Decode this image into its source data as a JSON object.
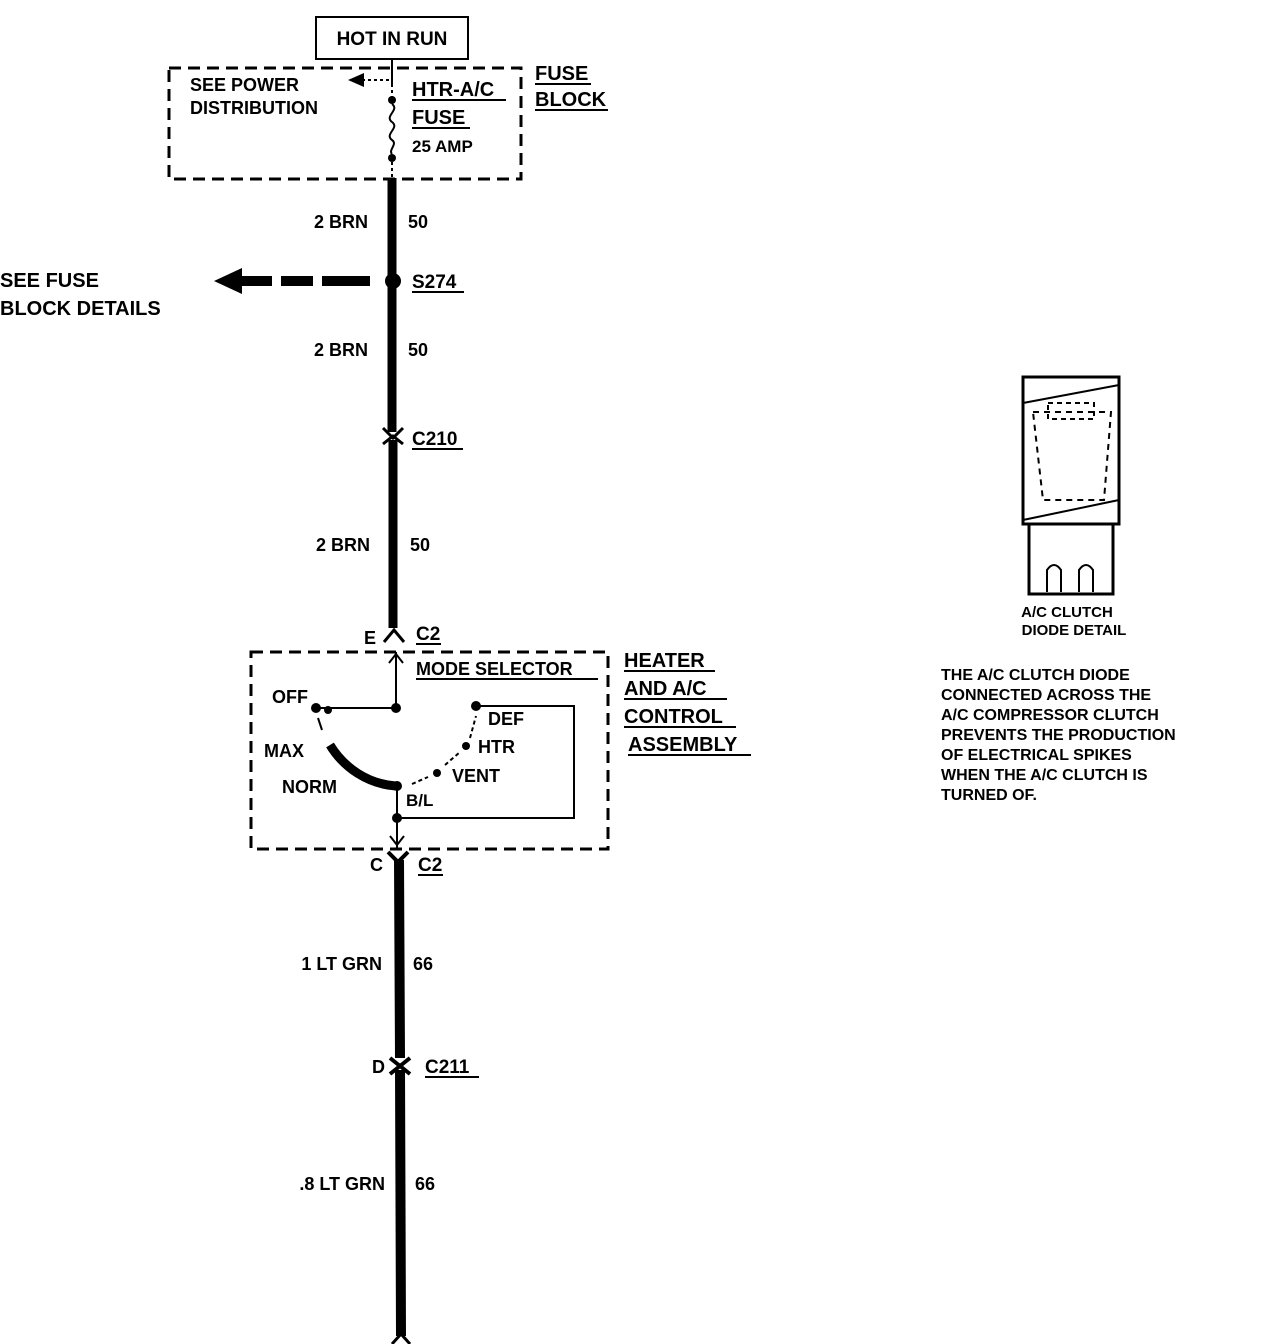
{
  "power": {
    "hot_label": "HOT IN RUN",
    "see_power_line1": "SEE POWER",
    "see_power_line2": "DISTRIBUTION",
    "fuse_name_line1": "HTR-A/C",
    "fuse_name_line2": "FUSE",
    "fuse_rating": "25 AMP",
    "fuse_block_line1": "FUSE",
    "fuse_block_line2": "BLOCK"
  },
  "wires": [
    {
      "size_color": "2 BRN",
      "circuit": "50"
    },
    {
      "size_color": "2 BRN",
      "circuit": "50"
    },
    {
      "size_color": "2 BRN",
      "circuit": "50"
    },
    {
      "size_color": "1 LT GRN",
      "circuit": "66"
    },
    {
      "size_color": ".8 LT GRN",
      "circuit": "66"
    }
  ],
  "splice": {
    "id": "S274",
    "ref_line1": "SEE FUSE",
    "ref_line2": "BLOCK DETAILS"
  },
  "connectors": {
    "c210": "C210",
    "c2_top_pin": "E",
    "c2_top": "C2",
    "c2_bottom_pin": "C",
    "c2_bottom": "C2",
    "c211_pin": "D",
    "c211": "C211"
  },
  "control": {
    "mode_selector": "MODE SELECTOR",
    "assembly_line1": "HEATER",
    "assembly_line2": "AND A/C",
    "assembly_line3": "CONTROL",
    "assembly_line4": "ASSEMBLY",
    "positions": {
      "off": "OFF",
      "max": "MAX",
      "norm": "NORM",
      "bl": "B/L",
      "vent": "VENT",
      "htr": "HTR",
      "def": "DEF"
    }
  },
  "diode_detail": {
    "caption_line1": "A/C  CLUTCH",
    "caption_line2": "DIODE  DETAIL"
  },
  "note": {
    "lines": [
      "THE A/C CLUTCH DIODE",
      "CONNECTED ACROSS THE",
      "A/C COMPRESSOR CLUTCH",
      "PREVENTS THE PRODUCTION",
      "OF ELECTRICAL SPIKES",
      "WHEN THE A/C CLUTCH IS",
      "TURNED OF."
    ]
  }
}
